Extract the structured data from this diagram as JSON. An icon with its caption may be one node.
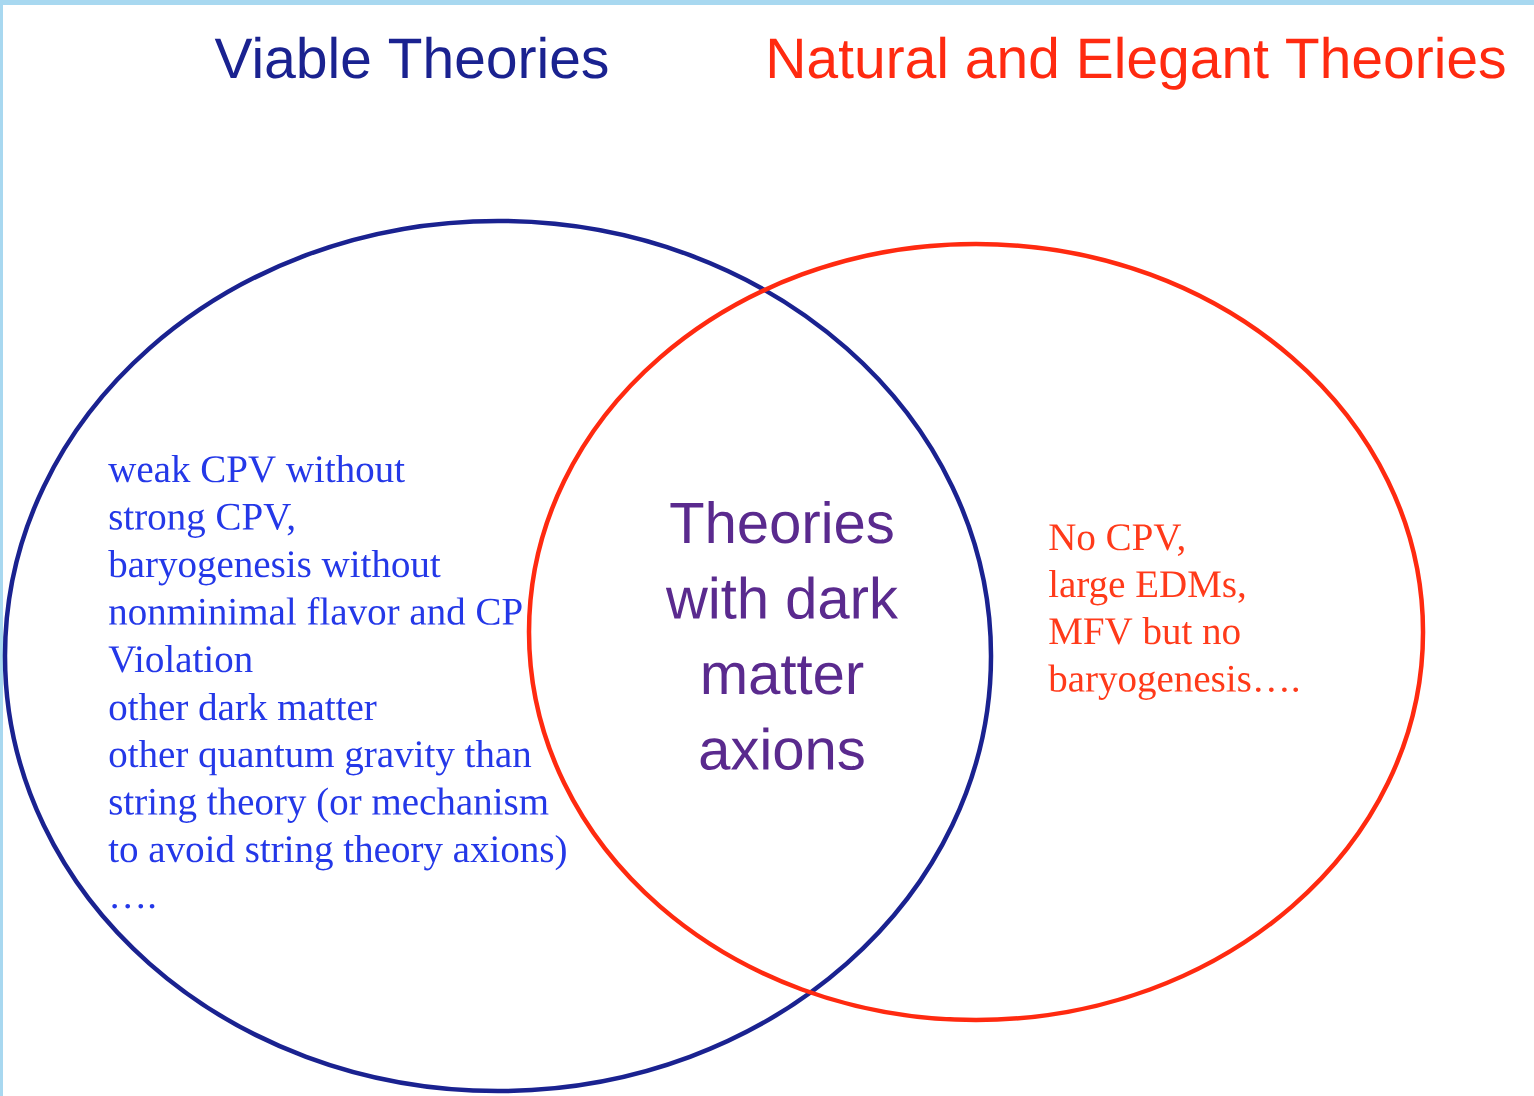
{
  "diagram": {
    "nodes": [
      {
        "text": [
          "Viable Theories",
          "weak CPV without strong CPV,",
          "baryogenesis without nonminimal flavor and CP Violation",
          "other dark matter",
          "other quantum gravity than string theory (or mechanism to avoid string theory axions)",
          "…."
        ]
      },
      {
        "text": [
          "Natural and Elegant Theories",
          "No CPV,",
          "large EDMs,",
          "MFV but no baryogenesis…."
        ]
      }
    ],
    "labels": [
      "Theories with dark matter axions"
    ]
  }
}
